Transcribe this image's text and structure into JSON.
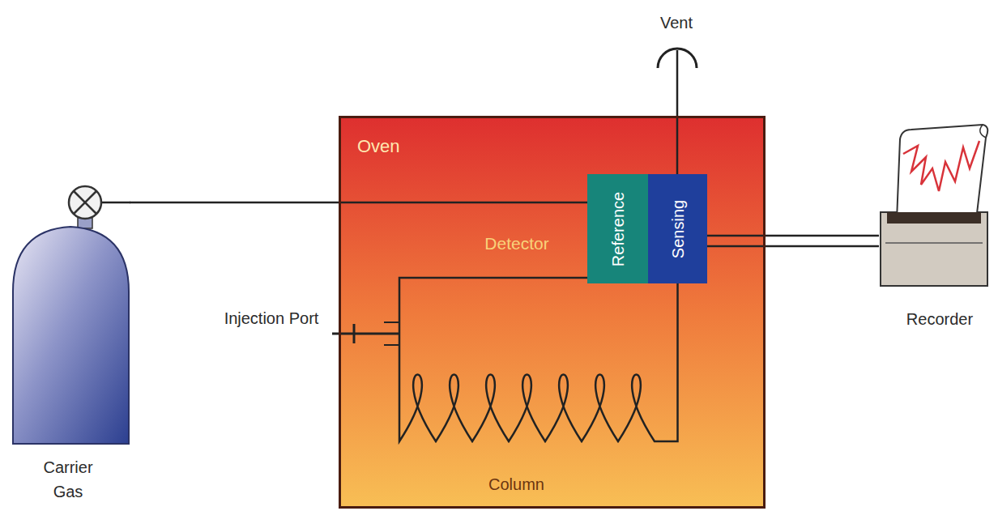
{
  "diagram": {
    "nodes": [
      {
        "text": [
          "Oven"
        ]
      },
      {
        "text": [
          "Reference"
        ],
        "in": 0
      },
      {
        "text": [
          "Sensing"
        ],
        "in": 0
      },
      {
        "text": [
          "Carrier Gas"
        ]
      },
      {
        "text": [
          "Recorder"
        ]
      }
    ],
    "edges": [
      {
        "from": 3,
        "to": 1,
        "arrow": "none"
      },
      {
        "from": 1,
        "to": 2,
        "arrow": "none"
      },
      {
        "from": 2,
        "to": 4,
        "arrow": "none"
      }
    ],
    "labels": [
      "Vent",
      "Detector",
      "Injection Port",
      "Column"
    ]
  }
}
